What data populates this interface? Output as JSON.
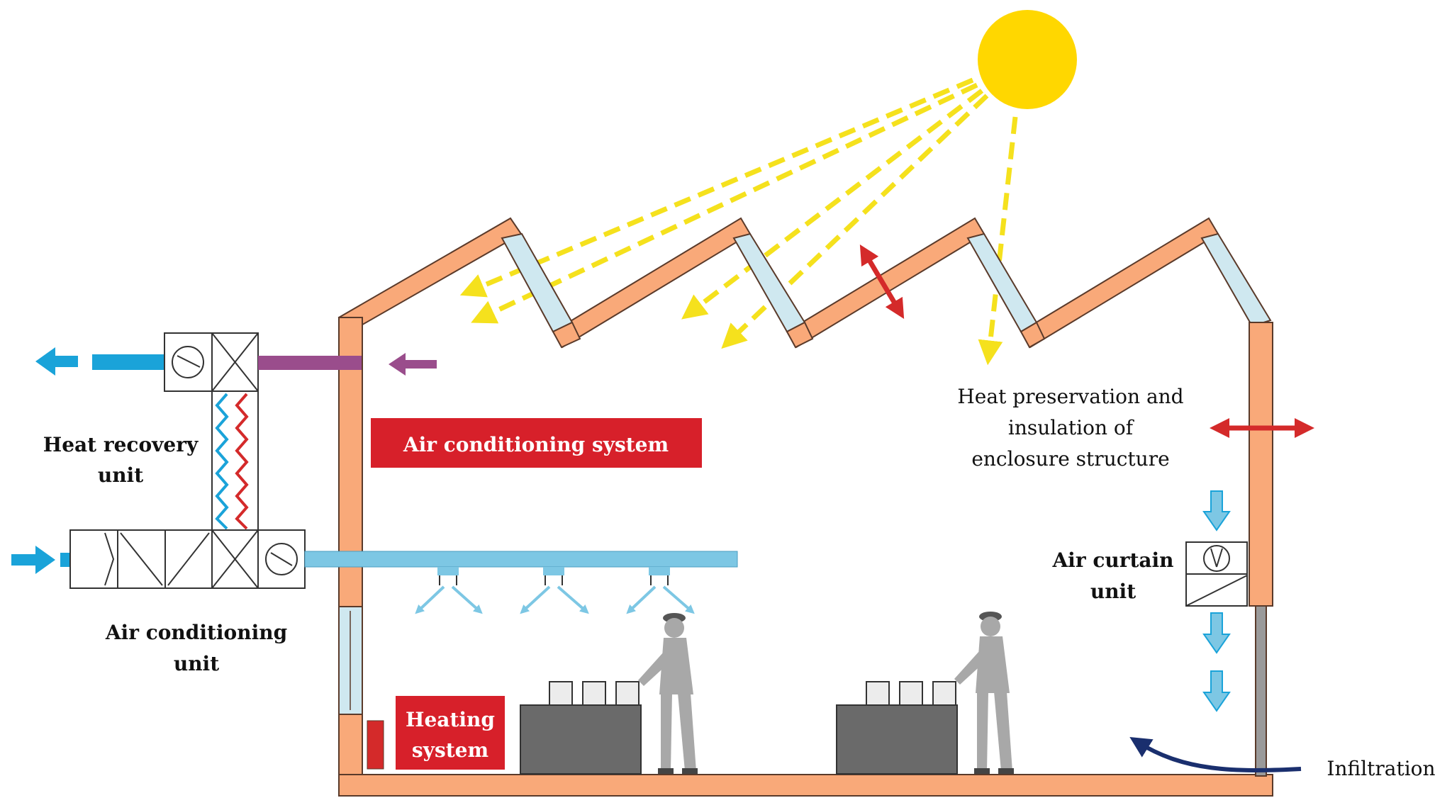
{
  "labels": {
    "heat_recovery_line1": "Heat recovery",
    "heat_recovery_line2": "unit",
    "air_conditioning_unit_line1": "Air conditioning",
    "air_conditioning_unit_line2": "unit",
    "air_conditioning_system": "Air conditioning system",
    "heating_system_line1": "Heating",
    "heating_system_line2": "system",
    "heat_preservation_line1": "Heat preservation and",
    "heat_preservation_line2": "insulation of",
    "heat_preservation_line3": "enclosure structure",
    "air_curtain_line1": "Air curtain",
    "air_curtain_line2": "unit",
    "infiltration": "Infiltration"
  },
  "colors": {
    "wall_fill": "#f9a979",
    "wall_stroke": "#5a3a2a",
    "glass": "#cfe8f0",
    "sun": "#ffd700",
    "sun_ray": "#f5e11d",
    "supply_duct": "#7dc7e4",
    "exhaust_duct": "#9a4d8c",
    "cold_arrow": "#1aa3d9",
    "hot_arrow": "#d42a2a",
    "label_box": "#d7202a",
    "machine": "#6a6a6a",
    "worker": "#a8a8a8",
    "infiltration_arrow": "#1a2f6e"
  }
}
